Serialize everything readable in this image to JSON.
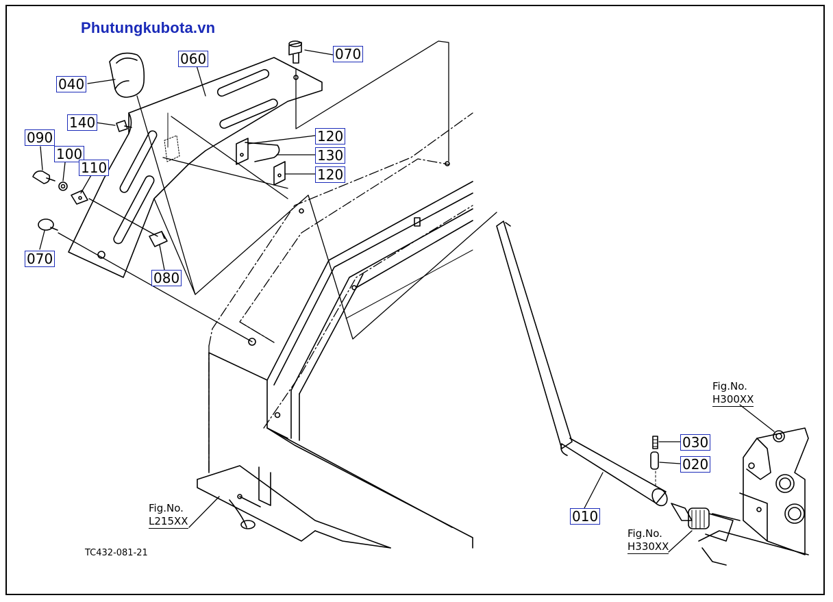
{
  "brand": "Phutungkubota.vn",
  "drawing_code": "TC432-081-21",
  "callouts": [
    "040",
    "060",
    "070",
    "140",
    "090",
    "100",
    "110",
    "120",
    "130",
    "120",
    "070",
    "080",
    "030",
    "020",
    "010"
  ],
  "figure_refs": [
    {
      "label": "Fig.No.",
      "code": "H300XX"
    },
    {
      "label": "Fig.No.",
      "code": "L215XX"
    },
    {
      "label": "Fig.No.",
      "code": "H330XX"
    }
  ],
  "colors": {
    "brand": "#1a2ab8",
    "callout_border": "#1a2ab8",
    "line": "#000000"
  }
}
